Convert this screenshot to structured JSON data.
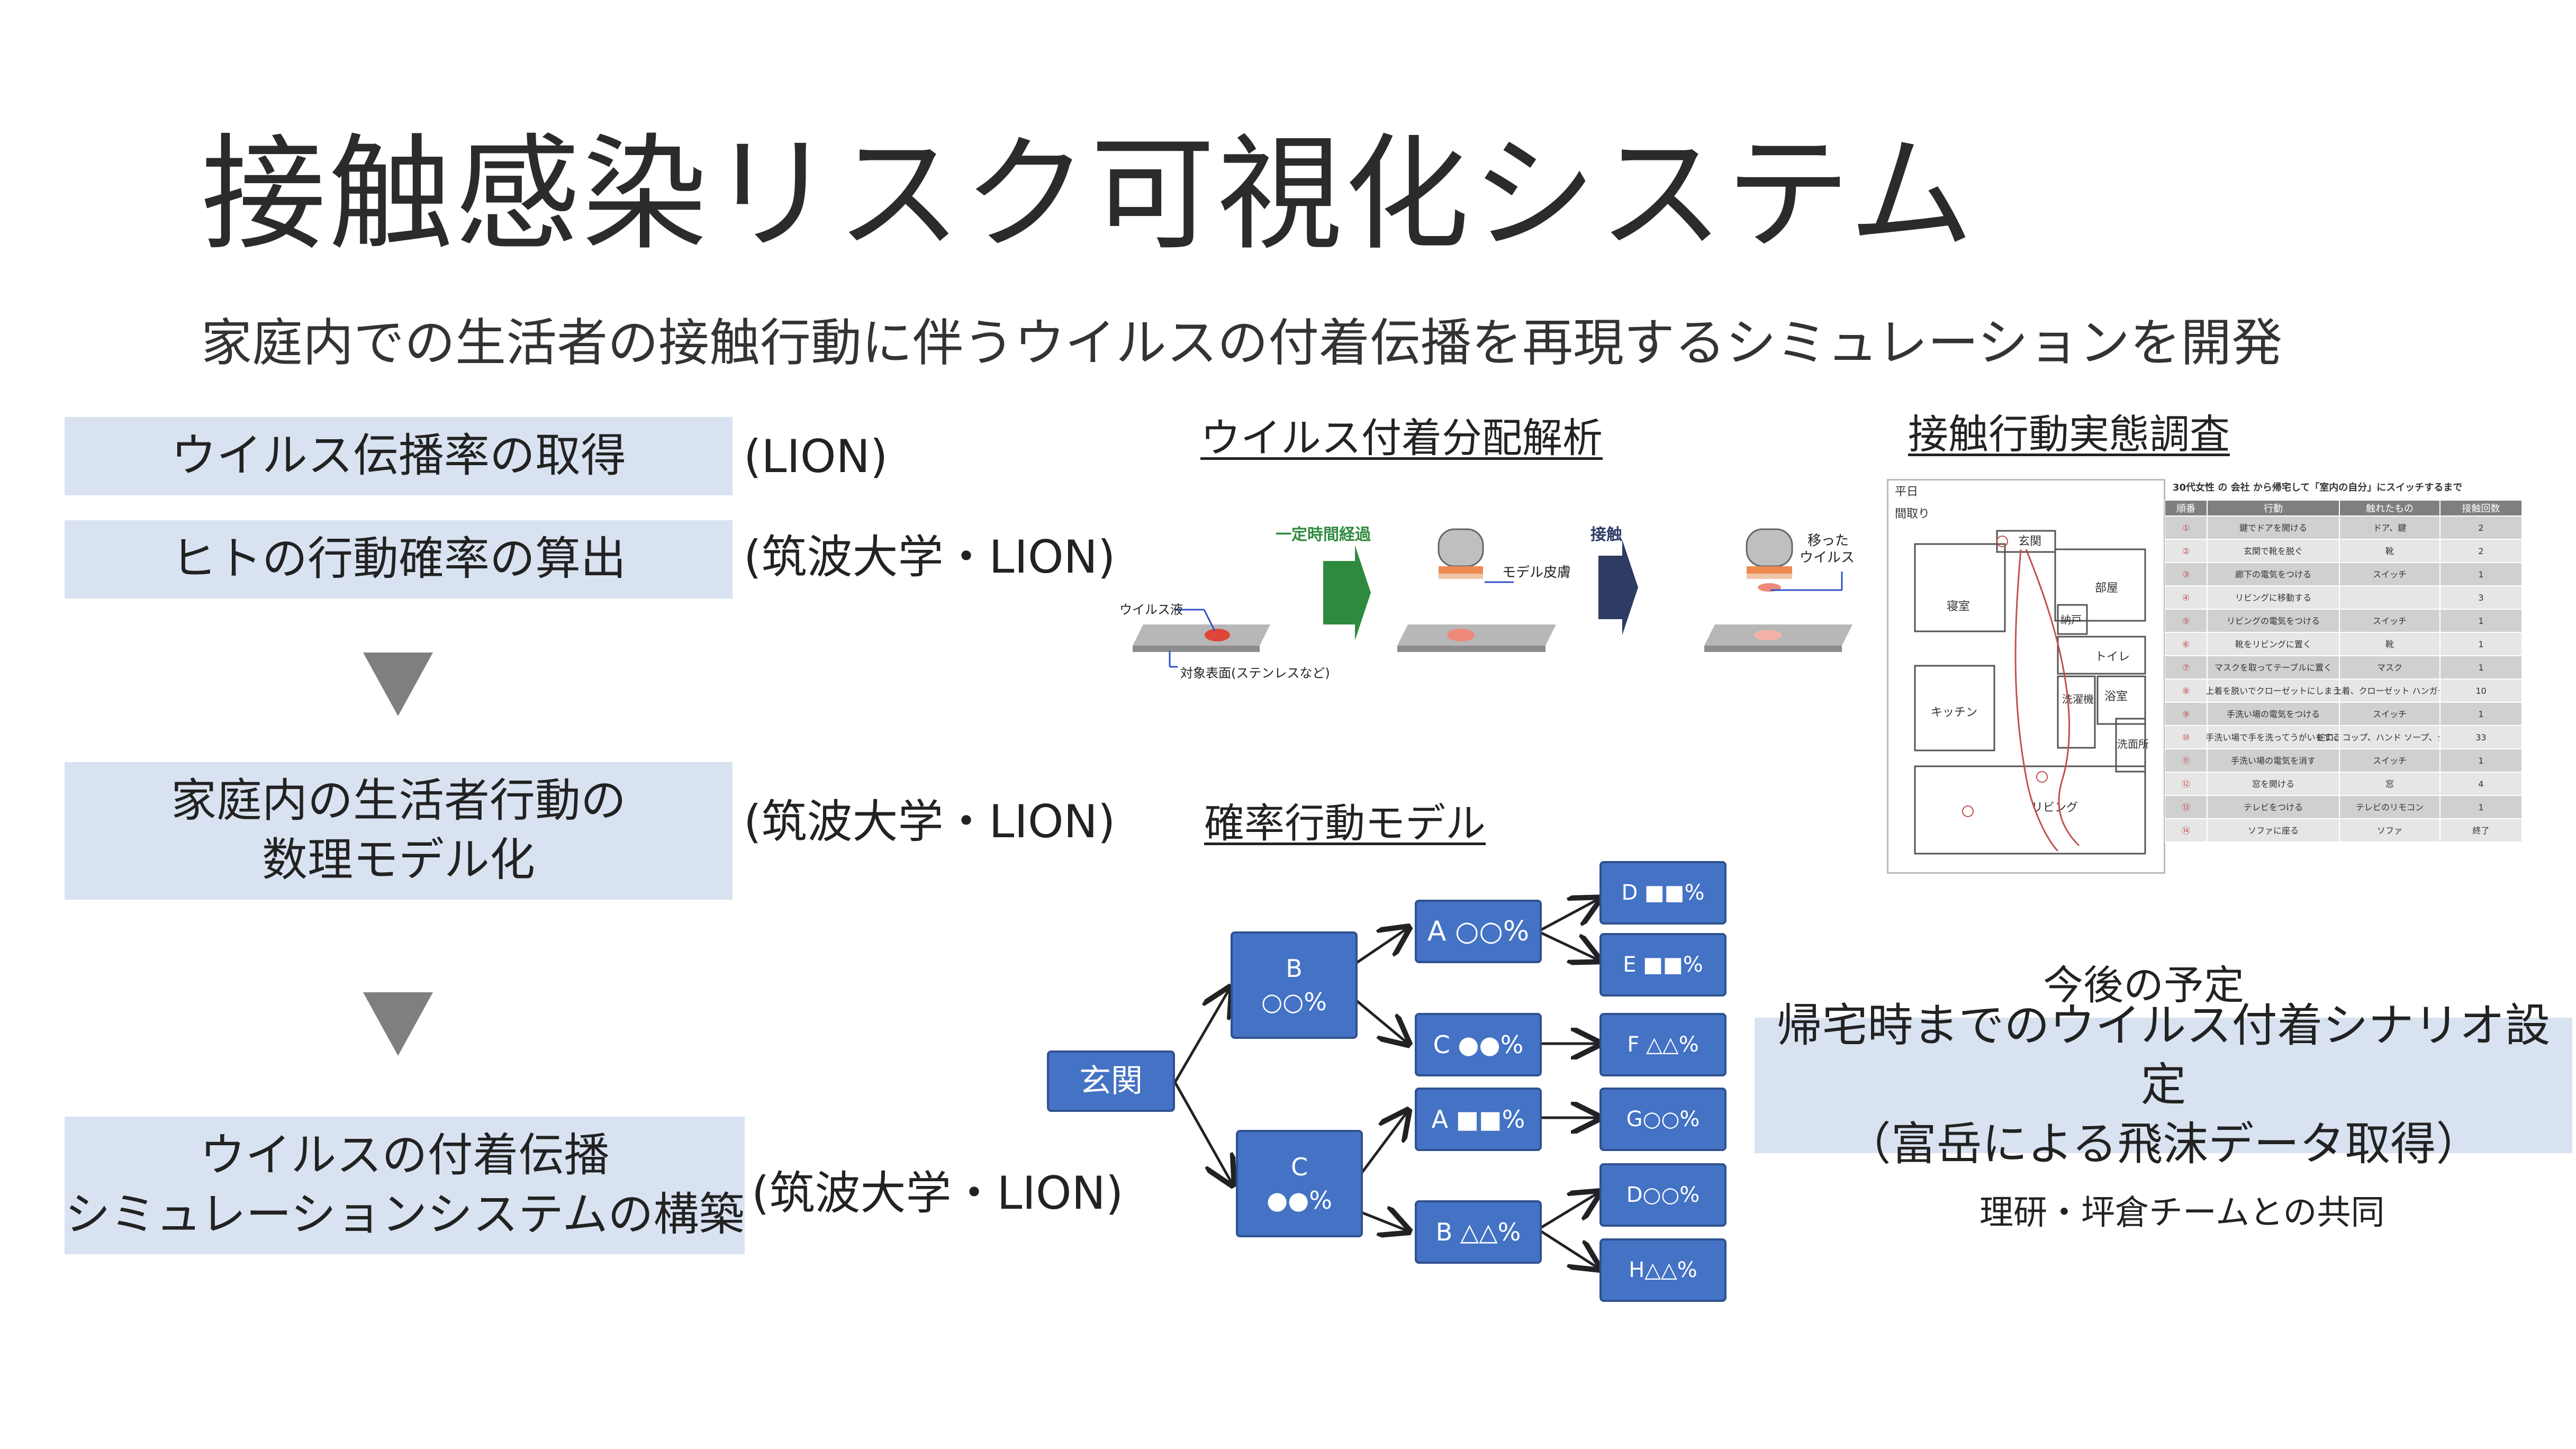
{
  "title": "接触感染リスク可視化システム",
  "subtitle": "家庭内での生活者の接触行動に伴うウイルスの付着伝播を再現するシミュレーションを開発",
  "steps": [
    {
      "lines": [
        "ウイルス伝播率の取得"
      ],
      "org": "(LION)"
    },
    {
      "lines": [
        "ヒトの行動確率の算出"
      ],
      "org": "(筑波大学・LION)"
    },
    {
      "lines": [
        "家庭内の生活者行動の",
        "数理モデル化"
      ],
      "org": "(筑波大学・LION)"
    },
    {
      "lines": [
        "ウイルスの付着伝播",
        "シミュレーションシステムの構築"
      ],
      "org": "(筑波大学・LION)"
    }
  ],
  "virus_analysis": {
    "heading": "ウイルス付着分配解析",
    "label_liquid": "ウイルス液",
    "label_surface": "対象表面(ステンレスなど)",
    "label_time": "一定時間経過",
    "label_skin": "モデル皮膚",
    "label_contact": "接触",
    "label_transferred": "移った\nウイルス",
    "colors": {
      "green": "#2e8b3e",
      "navy": "#2e3b63",
      "spot": "#e0453a",
      "skin": "#ee8a50"
    }
  },
  "survey": {
    "heading": "接触行動実態調査",
    "plan_top_label": "平日",
    "plan_title": "間取り",
    "rooms": [
      "玄関",
      "寝室",
      "部屋",
      "納戸",
      "トイレ",
      "浴室",
      "洗濯機",
      "キッチン",
      "洗面所",
      "リビング"
    ],
    "table_title": "30代女性 の 会社 から帰宅して「室内の自分」にスイッチするまで",
    "table_headers": [
      "順番",
      "行動",
      "触れたもの",
      "接触回数"
    ],
    "table_rows": [
      [
        "①",
        "鍵でドアを開ける",
        "ドア、鍵",
        "2"
      ],
      [
        "②",
        "玄関で靴を脱ぐ",
        "靴",
        "2"
      ],
      [
        "③",
        "廊下の電気をつける",
        "スイッチ",
        "1"
      ],
      [
        "④",
        "リビングに移動する",
        "",
        "3"
      ],
      [
        "⑤",
        "リビングの電気をつける",
        "スイッチ",
        "1"
      ],
      [
        "⑥",
        "靴をリビングに置く",
        "靴",
        "1"
      ],
      [
        "⑦",
        "マスクを取ってテーブルに置く",
        "マスク",
        "1"
      ],
      [
        "⑧",
        "上着を脱いでクローゼットにしまう",
        "上着、クローゼット ハンガー",
        "10"
      ],
      [
        "⑨",
        "手洗い場の電気をつける",
        "スイッチ",
        "1"
      ],
      [
        "⑩",
        "手洗い場で手を洗ってうがいをする",
        "蛇口、コップ、ハンド ソープ、タオル",
        "33"
      ],
      [
        "⑪",
        "手洗い場の電気を消す",
        "スイッチ",
        "1"
      ],
      [
        "⑫",
        "窓を開ける",
        "窓",
        "4"
      ],
      [
        "⑬",
        "テレビをつける",
        "テレビのリモコン",
        "1"
      ],
      [
        "⑭",
        "ソファに座る",
        "ソファ",
        "終了"
      ]
    ]
  },
  "prob_model": {
    "heading": "確率行動モデル",
    "root": "玄関",
    "b_node": [
      "B",
      "○○%"
    ],
    "c_node": [
      "C",
      "●●%"
    ],
    "a1": "A ○○%",
    "c2": "C ●●%",
    "a3": "A ■■%",
    "b4": "B △△%",
    "leaves": [
      "D ■■%",
      "E ■■%",
      "F △△%",
      "G○○%",
      "D○○%",
      "H△△%"
    ],
    "colors": {
      "node": "#4472c4",
      "node_border": "#2f528f"
    }
  },
  "future": {
    "title": "今後の予定",
    "lines": [
      "帰宅時までのウイルス付着シナリオ設定",
      "（富岳による飛沫データ取得）"
    ],
    "collab": "理研・坪倉チームとの共同"
  }
}
